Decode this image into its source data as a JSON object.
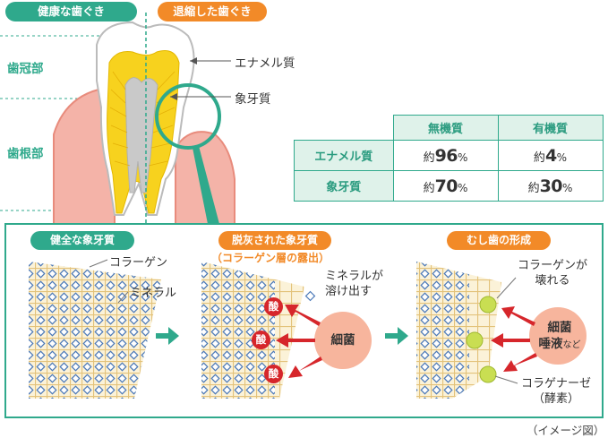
{
  "header": {
    "healthy_label": "健康な歯ぐき",
    "receded_label": "退縮した歯ぐき"
  },
  "regions": {
    "crown": "歯冠部",
    "root": "歯根部"
  },
  "tooth_annotations": {
    "enamel": "エナメル質",
    "dentin": "象牙質"
  },
  "table": {
    "columns": [
      "無機質",
      "有機質"
    ],
    "rows": [
      {
        "label": "エナメル質",
        "inorganic_prefix": "約",
        "inorganic_value": "96",
        "inorganic_unit": "%",
        "organic_prefix": "約",
        "organic_value": "4",
        "organic_unit": "%"
      },
      {
        "label": "象牙質",
        "inorganic_prefix": "約",
        "inorganic_value": "70",
        "inorganic_unit": "%",
        "organic_prefix": "約",
        "organic_value": "30",
        "organic_unit": "%"
      }
    ]
  },
  "panels": {
    "healthy": {
      "title": "健全な象牙質",
      "collagen": "コラーゲン",
      "mineral": "ミネラル"
    },
    "demineralized": {
      "title": "脱灰された象牙質",
      "subtitle": "（コラーゲン層の露出）",
      "acid": "酸",
      "bacteria": "細菌",
      "mineral_dissolve_line1": "ミネラルが",
      "mineral_dissolve_line2": "溶け出す"
    },
    "cavity": {
      "title": "むし歯の形成",
      "collagen_break_line1": "コラーゲンが",
      "collagen_break_line2": "壊れる",
      "bacteria_line1": "細菌",
      "bacteria_line2": "唾液",
      "bacteria_suffix": "など",
      "collagenase_line1": "コラゲナーゼ",
      "collagenase_line2": "（酵素）"
    }
  },
  "footer_note": "（イメージ図）",
  "colors": {
    "accent_green": "#2fa98c",
    "accent_orange": "#f28a28",
    "gum_pink": "#f4b3a8",
    "dentin_yellow": "#f7d21e",
    "acid_red": "#d6262b",
    "bacteria_circle": "#f7b59d",
    "collagenase_green": "#c9de52"
  }
}
